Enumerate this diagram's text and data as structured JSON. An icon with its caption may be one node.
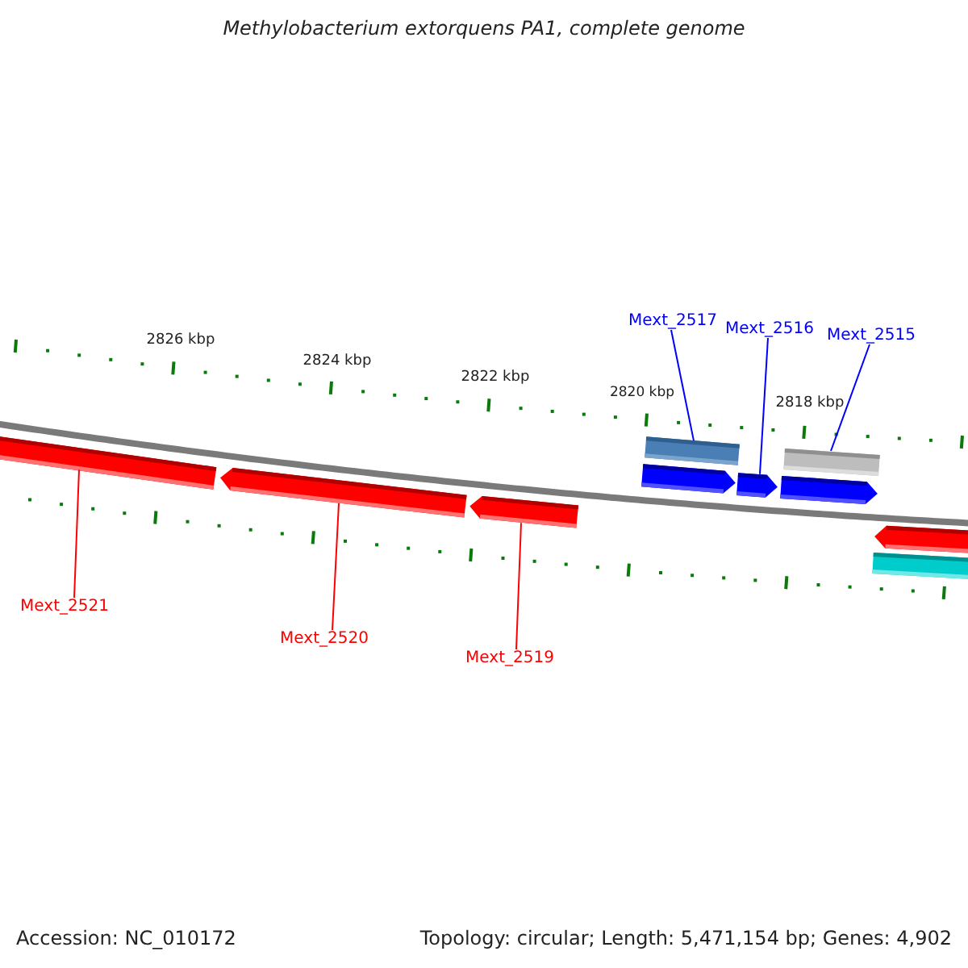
{
  "diagram": {
    "title": "Methylobacterium extorquens PA1, complete genome",
    "nodes": [
      {
        "text": [
          "Mext_2517"
        ]
      },
      {
        "text": [
          "Mext_2516"
        ]
      },
      {
        "text": [
          "Mext_2515"
        ]
      },
      {
        "text": [],
        "shape": "bar"
      },
      {
        "text": [],
        "shape": "bar"
      },
      {
        "text": [],
        "shape": "arrow"
      },
      {
        "text": [],
        "shape": "arrow"
      },
      {
        "text": [],
        "shape": "arrow"
      },
      {
        "text": [],
        "shape": "arrow"
      },
      {
        "text": [],
        "shape": "arrow"
      },
      {
        "text": [],
        "shape": "arrow"
      },
      {
        "text": [],
        "shape": "arrow"
      },
      {
        "text": [],
        "shape": "bar"
      },
      {
        "text": [
          "Mext_2521"
        ]
      },
      {
        "text": [
          "Mext_2520"
        ]
      },
      {
        "text": [
          "Mext_2519"
        ]
      }
    ],
    "edges": [
      {
        "from": 0,
        "to": 3,
        "arrow": "none",
        "color": "#0000ff"
      },
      {
        "from": 1,
        "to": 9,
        "arrow": "none",
        "color": "#0000ff"
      },
      {
        "from": 2,
        "to": 4,
        "arrow": "none",
        "color": "#0000ff"
      },
      {
        "from": 13,
        "to": 5,
        "arrow": "none",
        "color": "#ff0000"
      },
      {
        "from": 14,
        "to": 6,
        "arrow": "none",
        "color": "#ff0000"
      },
      {
        "from": 15,
        "to": 7,
        "arrow": "none",
        "color": "#ff0000"
      }
    ],
    "labels": [
      "2826 kbp",
      "2824 kbp",
      "2822 kbp",
      "2820 kbp",
      "2818 kbp",
      "Accession: NC_010172",
      "Topology: circular; Length: 5,471,154 bp; Genes: 4,902"
    ]
  }
}
